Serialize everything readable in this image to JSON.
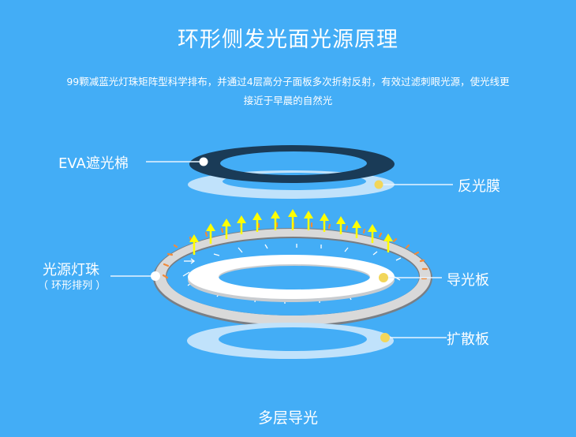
{
  "header": {
    "title": "环形侧发光面光源原理",
    "description_line1": "99颗减蓝光灯珠矩阵型科学排布，并通过4层高分子面板多次折射反射，有效过滤刺眼光源，使光线更",
    "description_line2": "接近于早晨的自然光"
  },
  "layers": [
    {
      "id": "eva",
      "label": "EVA遮光棉",
      "color": "#1a3b57",
      "marker_color": "#ffffff",
      "side": "left"
    },
    {
      "id": "reflective-film",
      "label": "反光膜",
      "color": "#c0e2fb",
      "marker_color": "#f2d65a",
      "side": "right"
    },
    {
      "id": "led",
      "label": "光源灯珠",
      "sublabel": "（ 环形排列 ）",
      "color": "#d8d8d8",
      "marker_color": "#ffffff",
      "side": "left"
    },
    {
      "id": "light-guide",
      "label": "导光板",
      "color": "#ffffff",
      "marker_color": "#f2d65a",
      "side": "right"
    },
    {
      "id": "diffuser",
      "label": "扩散板",
      "color": "#c0e2fb",
      "marker_color": "#f2d65a",
      "side": "right"
    }
  ],
  "colors": {
    "background": "#43adf6",
    "led_tick": "#f08a3a",
    "light_arrow": "#ffff00"
  },
  "footer": {
    "caption": "多层导光"
  }
}
